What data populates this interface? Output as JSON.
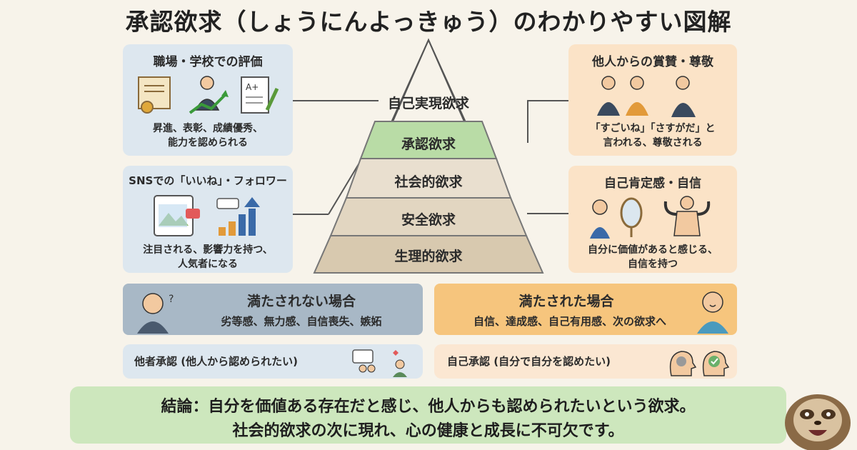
{
  "title": "承認欲求（しょうにんよっきゅう）のわかりやすい図解",
  "pyramid": {
    "levels": [
      {
        "label": "自己実現欲求",
        "color": "#f7f3ea"
      },
      {
        "label": "承認欲求",
        "color": "#b9dca6"
      },
      {
        "label": "社会的欲求",
        "color": "#e9dfcf"
      },
      {
        "label": "安全欲求",
        "color": "#e2d6c1"
      },
      {
        "label": "生理的欲求",
        "color": "#d8c9af"
      }
    ]
  },
  "left_cards": [
    {
      "title": "職場・学校での評価",
      "lines": [
        "昇進、表彰、成績優秀、",
        "能力を認められる"
      ],
      "icons": [
        "certificate-icon",
        "businessman-growth-icon",
        "test-paper-icon"
      ]
    },
    {
      "title": "SNSでの「いいね」・フォロワー",
      "lines": [
        "注目される、影響力を持つ、",
        "人気者になる"
      ],
      "icons": [
        "social-post-icon",
        "growth-chart-icon"
      ]
    }
  ],
  "right_cards": [
    {
      "title": "他人からの賞賛・尊敬",
      "lines": [
        "「すごいね」「さすがだ」と",
        "言われる、尊敬される"
      ],
      "icons": [
        "clapping-people-icon",
        "bowing-man-icon"
      ]
    },
    {
      "title": "自己肯定感・自信",
      "lines": [
        "自分に価値があると感じる、",
        "自信を持つ"
      ],
      "icons": [
        "mirror-icon",
        "strong-man-icon"
      ]
    }
  ],
  "unsatisfied": {
    "title": "満たされない場合",
    "text": "劣等感、無力感、自信喪失、嫉妬",
    "icon": "sad-person-icon"
  },
  "satisfied": {
    "title": "満たされた場合",
    "text": "自信、達成感、自己有用感、次の欲求へ",
    "icon": "happy-person-icon"
  },
  "other_approval": {
    "label": "他者承認 (他人から認められたい)",
    "icon": "people-approval-icon"
  },
  "self_approval": {
    "label": "自己承認 (自分で自分を認めたい)",
    "icon": "head-check-icon"
  },
  "conclusion": {
    "line1": "結論：自分を価値ある存在だと感じ、他人からも認められたいという欲求。",
    "line2": "社会的欲求の次に現れ、心の健康と成長に不可欠です。"
  },
  "mascot": "sloth-mascot-icon",
  "colors": {
    "blue_card": "#dde7ef",
    "orange_card": "#fbe3c7",
    "green": "#cde7bd",
    "blue_band": "#a8b8c6",
    "orange_band": "#f6c57d"
  }
}
